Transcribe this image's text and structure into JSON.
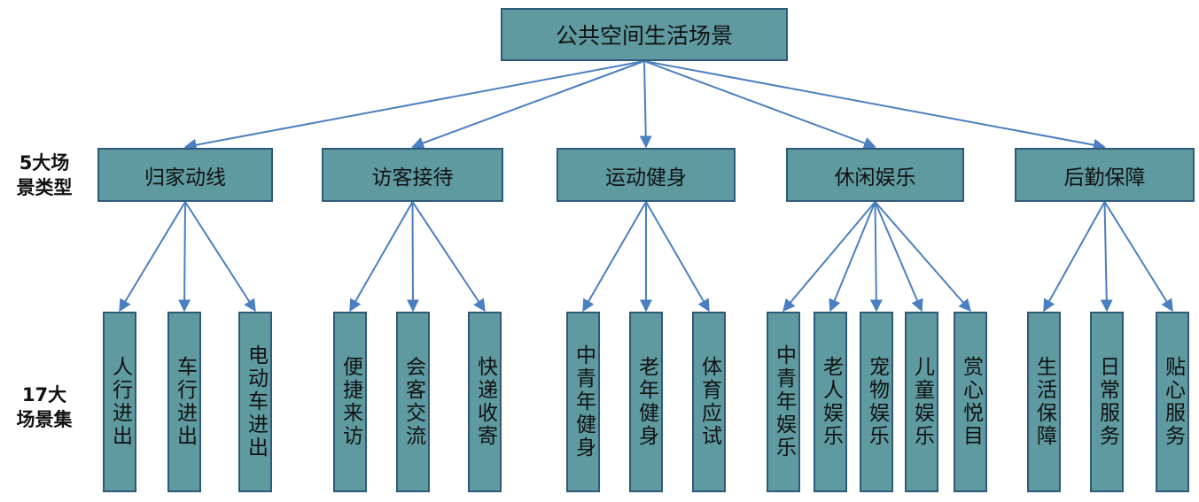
{
  "root": {
    "label": "公共空间生活场景"
  },
  "side_labels": {
    "level2": "5大场\n景类型",
    "level3": "17大\n场景集"
  },
  "colors": {
    "box_fill": "#5e9aa0",
    "box_border": "#2f5a7a",
    "arrow": "#4a7fc1"
  },
  "categories": [
    {
      "label": "归家动线",
      "children": [
        "人行进出",
        "车行进出",
        "电动车进出"
      ]
    },
    {
      "label": "访客接待",
      "children": [
        "便捷来访",
        "会客交流",
        "快递收寄"
      ]
    },
    {
      "label": "运动健身",
      "children": [
        "中青年健身",
        "老年健身",
        "体育应试"
      ]
    },
    {
      "label": "休闲娱乐",
      "children": [
        "中青年娱乐",
        "老人娱乐",
        "宠物娱乐",
        "儿童娱乐",
        "赏心悦目"
      ]
    },
    {
      "label": "后勤保障",
      "children": [
        "生活保障",
        "日常服务",
        "贴心服务"
      ]
    }
  ]
}
